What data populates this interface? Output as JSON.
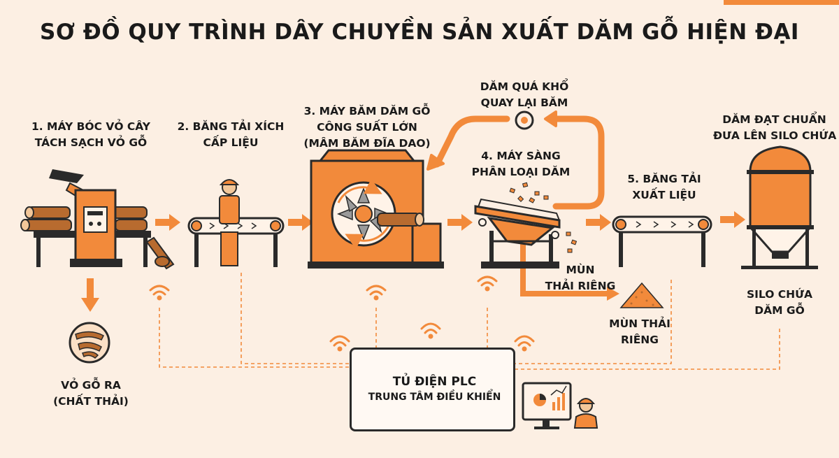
{
  "title": "SƠ ĐỒ QUY TRÌNH DÂY CHUYỀN SẢN XUẤT DĂM GỖ HIỆN ĐẠI",
  "colors": {
    "accent": "#f28a3b",
    "dark": "#2a2a2a",
    "background": "#fcefe3"
  },
  "steps": [
    {
      "lines": [
        "1. MÁY BÓC VỎ CÂY",
        "TÁCH SẠCH VỎ GỖ"
      ]
    },
    {
      "lines": [
        "2. BĂNG TẢI XÍCH",
        "CẤP LIỆU"
      ]
    },
    {
      "lines": [
        "3. MÁY BĂM DĂM GỖ",
        "CÔNG SUẤT LỚN",
        "(MÂM BĂM ĐĨA DAO)"
      ]
    },
    {
      "lines": [
        "4. MÁY SÀNG",
        "PHÂN LOẠI DĂM"
      ]
    },
    {
      "lines": [
        "5. BĂNG TẢI",
        "XUẤT LIỆU"
      ]
    }
  ],
  "labels": {
    "recycle": [
      "DĂM QUÁ KHỔ",
      "QUAY LẠI BĂM"
    ],
    "silo_top": [
      "DĂM ĐẠT CHUẨN",
      "ĐƯA LÊN SILO CHỨA"
    ],
    "bark": [
      "VỎ GỖ RA",
      "(CHẤT THẢI)"
    ],
    "sawdust_arrow": [
      "MÙN",
      "THẢI RIÊNG"
    ],
    "sawdust_pile": [
      "MÙN THẢI",
      "RIÊNG"
    ],
    "silo": [
      "SILO CHỨA",
      "DĂM GỖ"
    ]
  },
  "plc": {
    "title": "TỦ ĐIỆN PLC",
    "subtitle": "TRUNG TÂM ĐIỀU KHIỂN"
  },
  "icons": [
    "log-icon",
    "worker-icon",
    "wifi-icon",
    "monitor-icon",
    "silo-icon",
    "bark-icon",
    "sawdust-pile-icon",
    "chip-icon"
  ]
}
